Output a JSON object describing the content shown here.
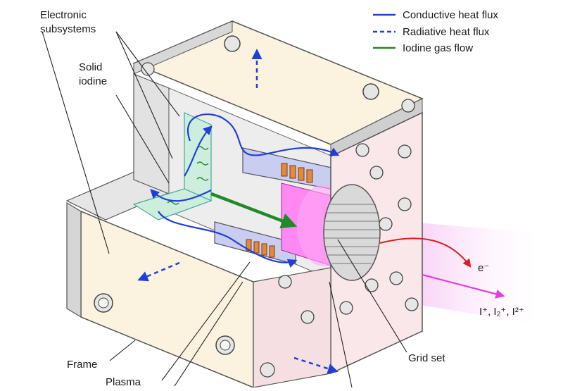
{
  "legend": {
    "conductive": "Conductive heat flux",
    "radiative": "Radiative heat flux",
    "iodine_flow": "Iodine gas flow"
  },
  "labels": {
    "electronic_line1": "Electronic",
    "electronic_line2": "subsystems",
    "solid_line1": "Solid",
    "solid_line2": "iodine",
    "frame": "Frame",
    "plasma": "Plasma",
    "grid_set": "Grid set",
    "electron": "e⁻",
    "ions": "I⁺, I₂⁺, I²⁺"
  },
  "colors": {
    "conductive": "#1f3fd6",
    "radiative": "#1f3fd6",
    "iodine_flow": "#1e8a2a",
    "electron": "#d42020",
    "ions": "#e040e0",
    "panel": "#fbf3df",
    "plasma": "#ff88f2",
    "grey": "#dcdcdc",
    "right_face": "#fae7ea"
  }
}
